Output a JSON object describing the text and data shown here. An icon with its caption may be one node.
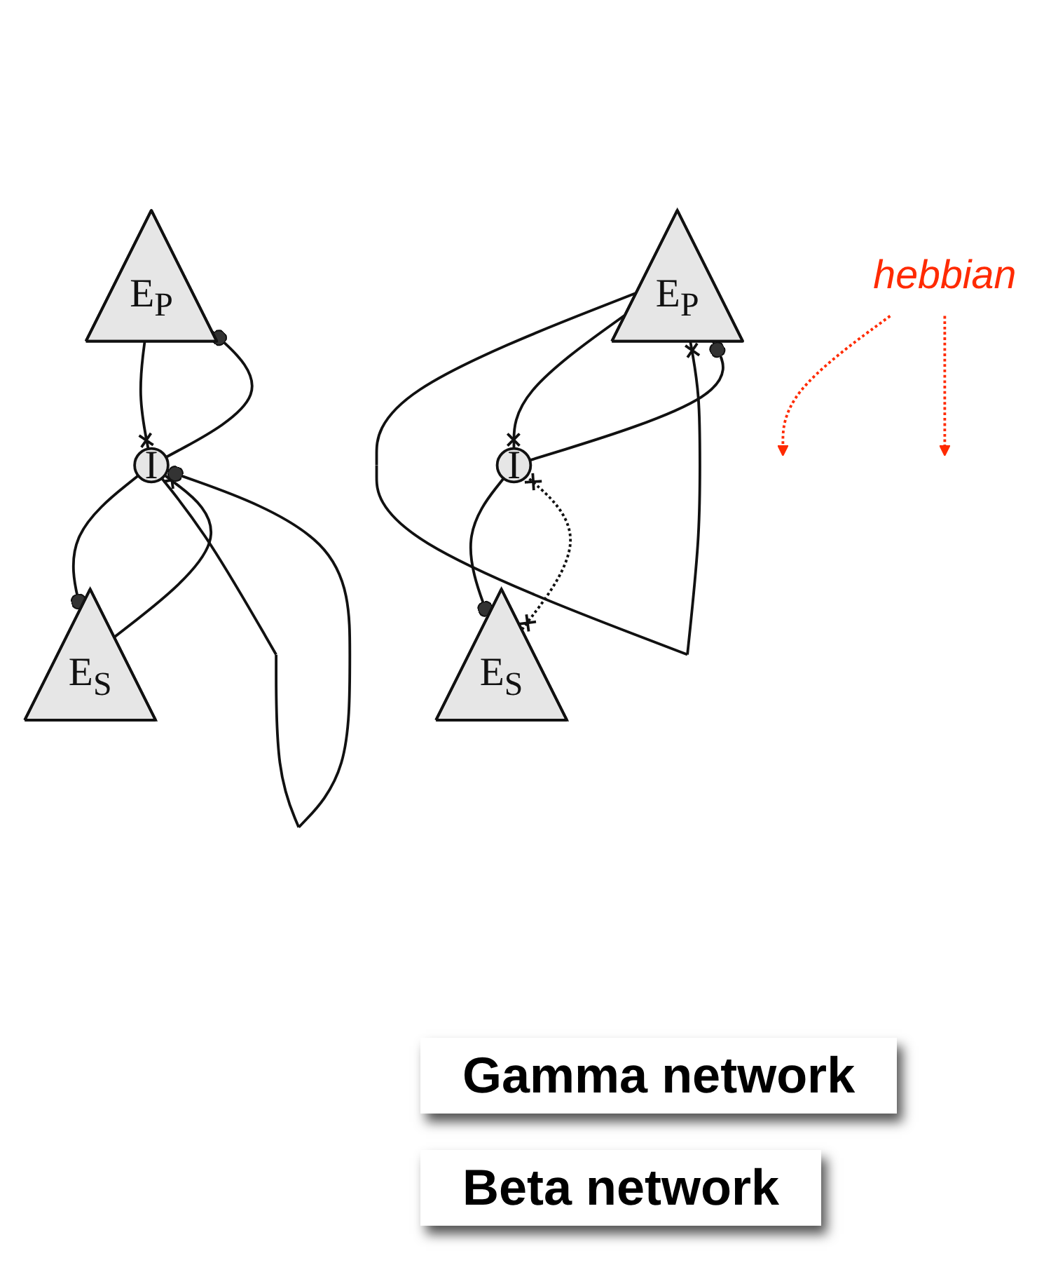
{
  "diagram": {
    "nodes": [
      {
        "text": [
          "E$_{P}$"
        ]
      },
      {
        "text": [
          "I"
        ]
      },
      {
        "text": [
          "E$_{S}$"
        ]
      },
      {
        "text": [
          "hebbian"
        ]
      },
      {
        "text": [
          "E$_{P}$"
        ]
      },
      {
        "text": [
          "I"
        ]
      },
      {
        "text": [
          "E$_{S}$"
        ]
      }
    ],
    "edges": [
      {
        "from": 0,
        "to": 1,
        "arrow": "other"
      },
      {
        "from": 1,
        "to": 0,
        "arrow": "other"
      },
      {
        "from": 2,
        "to": 1,
        "arrow": "other"
      },
      {
        "from": 1,
        "to": 2,
        "arrow": "other"
      },
      {
        "from": 1,
        "to": 1,
        "arrow": "other"
      },
      {
        "from": 4,
        "to": 4,
        "arrow": "other"
      },
      {
        "from": 4,
        "to": 5,
        "arrow": "other"
      },
      {
        "from": 5,
        "to": 4,
        "arrow": "other"
      },
      {
        "from": 5,
        "to": 6,
        "arrow": "other"
      },
      {
        "from": 6,
        "to": 5,
        "arrow": "other",
        "style": "dashed"
      },
      {
        "from": 3,
        "to": null,
        "arrow": "to",
        "style": "dashed",
        "color": "#ff2a00"
      },
      {
        "from": 3,
        "to": null,
        "arrow": "to",
        "style": "dashed",
        "color": "#ff2a00"
      }
    ],
    "labels": [
      "Gamma network",
      "Beta network"
    ]
  }
}
